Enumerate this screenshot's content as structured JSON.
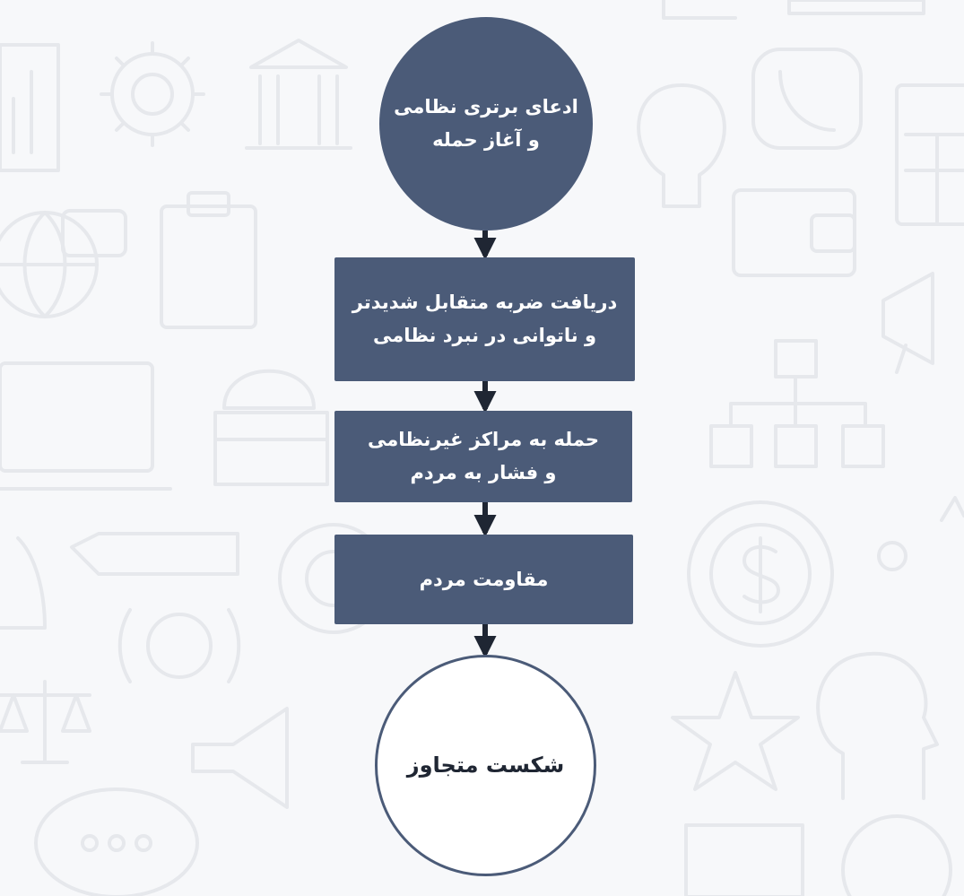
{
  "diagram": {
    "type": "flowchart",
    "direction": "top-to-bottom",
    "colors": {
      "node_fill": "#4b5b78",
      "node_text": "#ffffff",
      "end_fill": "#ffffff",
      "end_border": "#4b5b78",
      "end_text": "#1f2633",
      "arrow": "#1f2633",
      "background": "#f7f8fa"
    },
    "nodes": [
      {
        "id": "start",
        "shape": "circle",
        "label": "ادعای برتری نظامی\nو آغاز حمله"
      },
      {
        "id": "step1",
        "shape": "rectangle",
        "label": "دریافت ضربه متقابل شدیدتر\nو ناتوانی در نبرد نظامی"
      },
      {
        "id": "step2",
        "shape": "rectangle",
        "label": "حمله به مراکز غیرنظامی\nو فشار به مردم"
      },
      {
        "id": "step3",
        "shape": "rectangle",
        "label": "مقاومت مردم"
      },
      {
        "id": "end",
        "shape": "circle-outline",
        "label": "شکست متجاوز"
      }
    ],
    "edges": [
      {
        "from": "start",
        "to": "step1"
      },
      {
        "from": "step1",
        "to": "step2"
      },
      {
        "from": "step2",
        "to": "step3"
      },
      {
        "from": "step3",
        "to": "end"
      }
    ]
  },
  "background_icons": [
    "gear-icon",
    "bank-icon",
    "lightbulb-icon",
    "phone-icon",
    "calculator-icon",
    "globe-icon",
    "chat-icon",
    "clipboard-icon",
    "wallet-icon",
    "megaphone-icon",
    "laptop-icon",
    "org-chart-icon",
    "dollar-coin-icon",
    "pencil-icon",
    "target-icon",
    "scales-icon",
    "star-icon",
    "head-icon"
  ]
}
